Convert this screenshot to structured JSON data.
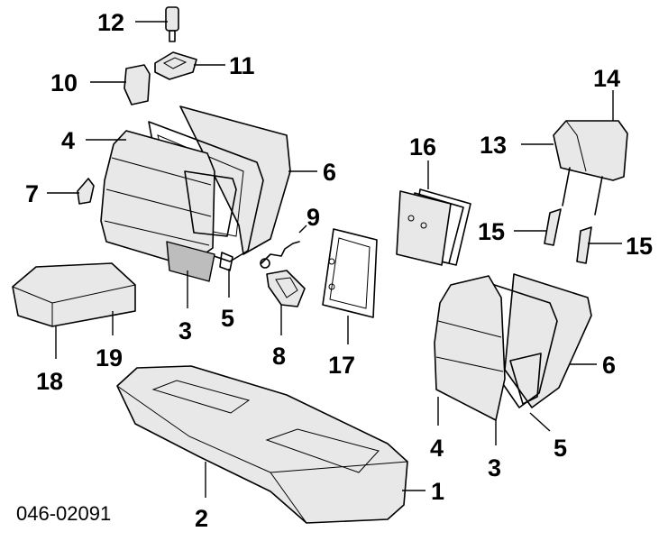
{
  "diagram": {
    "reference_code": "046-02091",
    "callouts": [
      "1",
      "2",
      "3",
      "4",
      "5",
      "6",
      "7",
      "8",
      "9",
      "10",
      "11",
      "12",
      "13",
      "14",
      "15",
      "16",
      "17",
      "18",
      "19",
      "3",
      "4",
      "5",
      "6",
      "15"
    ]
  }
}
